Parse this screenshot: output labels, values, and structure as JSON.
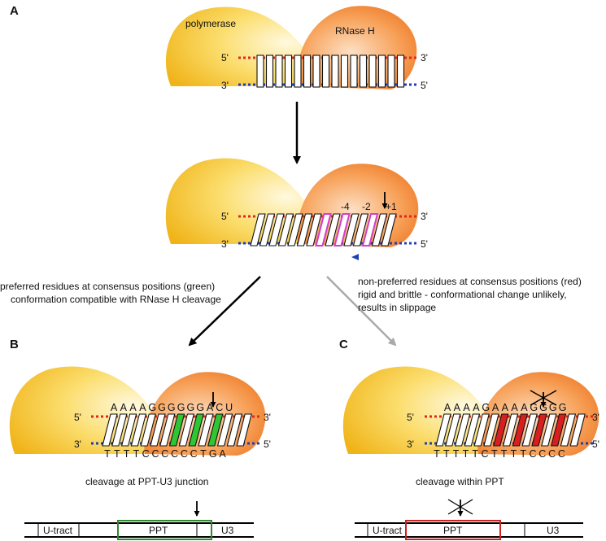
{
  "panels": {
    "a": "A",
    "b": "B",
    "c": "C"
  },
  "protein": {
    "polymerase": "polymerase",
    "rnase_h": "RNase H"
  },
  "ends": {
    "five": "5'",
    "three": "3'"
  },
  "positions": [
    "-4",
    "-2",
    "+1"
  ],
  "notes": {
    "left_line1": "preferred residues at consensus positions (green)",
    "left_line2": "conformation compatible with RNase H cleavage",
    "right_line1": "non-preferred residues at consensus positions (red)",
    "right_line2": "rigid and brittle - conformational change unlikely,",
    "right_line3": "results in slippage"
  },
  "sequences": {
    "b_top": [
      "A",
      "A",
      "A",
      "A",
      "G",
      "G",
      "G",
      "G",
      "G",
      "G",
      "A",
      "C",
      "U"
    ],
    "b_bottom": [
      "T",
      "T",
      "T",
      "T",
      "C",
      "C",
      "C",
      "C",
      "C",
      "C",
      "T",
      "G",
      "A"
    ],
    "c_top": [
      "A",
      "A",
      "A",
      "A",
      "G",
      "A",
      "A",
      "A",
      "A",
      "G",
      "G",
      "G",
      "G"
    ],
    "c_bottom": [
      "T",
      "T",
      "T",
      "T",
      "T",
      "C",
      "T",
      "T",
      "T",
      "T",
      "C",
      "C",
      "C",
      "C"
    ]
  },
  "captions": {
    "b": "cleavage at PPT-U3 junction",
    "c": "cleavage within PPT"
  },
  "maps": {
    "utract": "U-tract",
    "ppt": "PPT",
    "u3": "U3"
  },
  "colors": {
    "rna_strand": "#dd2a1b",
    "dna_strand": "#1f3fb4",
    "preferred": "#2ec635",
    "non_preferred": "#d81f1f",
    "shifted": "#d040d0",
    "ppt_box_b": "#2f8a2f",
    "ppt_box_c": "#cc2222",
    "polymerase": "#f4c21c",
    "rnase_h": "#f07a1c",
    "arrow_left": "#000000",
    "arrow_right": "#aaaaaa"
  }
}
